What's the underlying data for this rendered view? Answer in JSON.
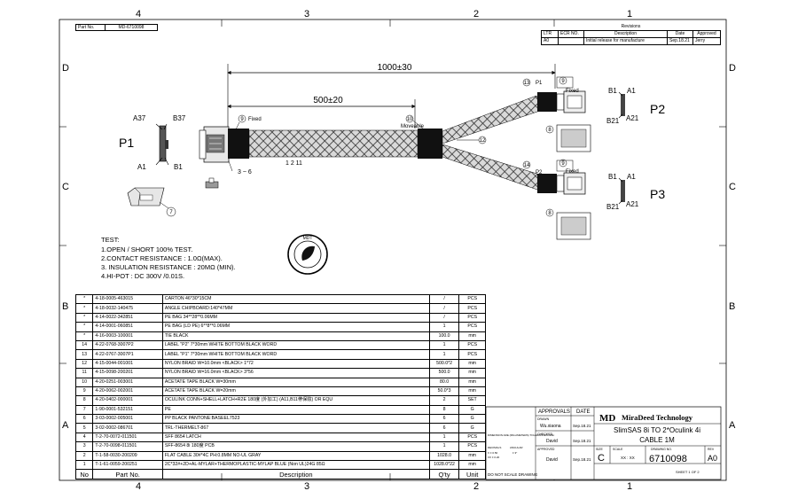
{
  "part_no_box": {
    "label": "Part No.",
    "value": "MD-6710098"
  },
  "zones": {
    "top": [
      "4",
      "3",
      "2",
      "1"
    ],
    "bottom": [
      "4",
      "3",
      "2",
      "1"
    ],
    "left": [
      "D",
      "C",
      "B",
      "A"
    ],
    "right": [
      "D",
      "C",
      "B",
      "A"
    ]
  },
  "revisions": {
    "title": "Revisions",
    "headers": [
      "LTR",
      "ECR NO.",
      "Description",
      "Date",
      "Approved"
    ],
    "row": [
      "A0",
      "",
      "Initial release for manufacture",
      "Sep.18.21",
      "Jerry"
    ]
  },
  "dimensions": {
    "overall": "1000±30",
    "inner": "500±20"
  },
  "connectors": {
    "p1": {
      "name": "P1",
      "pin_top_left": "A37",
      "pin_top_right": "B37",
      "pin_bottom_left": "A1",
      "pin_bottom_right": "B1"
    },
    "p2": {
      "name": "P2",
      "pin_tl": "B1",
      "pin_tr": "A1",
      "pin_bl": "B21",
      "pin_br": "A21"
    },
    "p3": {
      "name": "P3",
      "pin_tl": "B1",
      "pin_tr": "A1",
      "pin_bl": "B21",
      "pin_br": "A21"
    }
  },
  "callouts": {
    "fixed_left": "Fixed",
    "moveable": "Moveable",
    "fixed_p2": "Fixed",
    "fixed_p3": "Fixed",
    "n9": "9",
    "n10": "10",
    "n12": "12",
    "n13": "13",
    "n14": "14",
    "n8a": "8",
    "n8b": "8",
    "n7": "7",
    "range": "3 ~ 6",
    "group": "1 2 11",
    "p1_tag": "P1",
    "p2_tag": "P2"
  },
  "test_notes": [
    "TEST:",
    "1.OPEN / SHORT 100% TEST.",
    "2.CONTACT RESISTANCE : 1.0Ω(MAX).",
    "3. INSULATION RESISTANCE : 20MΩ (MIN).",
    "4.HI-POT : DC 300V /0.01S."
  ],
  "bom": {
    "headers": [
      "No",
      "Part No.",
      "Description",
      "Q'ty",
      "Unit"
    ],
    "rows": [
      [
        "*",
        "4-18-0005-463015",
        "CARTON 46*30*15CM",
        "/",
        "PCS"
      ],
      [
        "*",
        "4-18-0032-140475",
        "ANGLE CHIPBOARD:140*47MM",
        "/",
        "PCS"
      ],
      [
        "*",
        "4-14-0022-342851",
        "PE BAG 34**28**0.06MM",
        "/",
        "PCS"
      ],
      [
        "*",
        "4-14-0001-060851",
        "PE BAG (LD PE) 6**8**0.06MM",
        "1",
        "PCS"
      ],
      [
        "*",
        "4-16-0003-100001",
        "TIE BLACK",
        "100.0",
        "mm"
      ],
      [
        "14",
        "4-22-0768-3007P2",
        "LABEL \"P2\" 7*30mm WHITE BOTTOM BLACK WORD",
        "1",
        "PCS"
      ],
      [
        "13",
        "4-22-0767-3007P1",
        "LABEL \"P1\" 7*30mm WHITE BOTTOM BLACK WORD",
        "1",
        "PCS"
      ],
      [
        "12",
        "4-15-0044-001001",
        "NYLON BRAID W=10.0mm <BLACK> 1*72",
        "500.0*2",
        "mm"
      ],
      [
        "11",
        "4-15-0098-200201",
        "NYLON BRAID W=16.0mm <BLACK> 3*56",
        "500.0",
        "mm"
      ],
      [
        "10",
        "4-20-0251-003001",
        "ACETATE TAPE BLACK W=30mm",
        "80.0",
        "mm"
      ],
      [
        "9",
        "4-20-0062-002001",
        "ACETATE TAPE BLACK W=20mm",
        "50.0*3",
        "mm"
      ],
      [
        "8",
        "4-20-0402-000001",
        "OCULINK CONN+SHELL+LATCH+R2E 180度 (外加工)   (A11,B11帶保險)   OR EQU",
        "2",
        "SET"
      ],
      [
        "7",
        "1-90-0001-532151",
        "PE",
        "8",
        "G"
      ],
      [
        "6",
        "3-03-0002-005001",
        "PP BLACK PANTONE:BASEEL7523",
        "6",
        "G"
      ],
      [
        "5",
        "3-02-0002-086701",
        "TRL-THERMELT-867",
        "6",
        "G"
      ],
      [
        "4",
        "T-2-70-0072-011501",
        "SFF 8654 LATCH",
        "1",
        "PCS"
      ],
      [
        "3",
        "T-2-70-0098-011501",
        "SFF-8654 8i 180度 PCB",
        "1",
        "PCS"
      ],
      [
        "2",
        "T-1-58-0030-200209",
        "FLAT CABLE 30#*4C PH:0.8MM NO-UL GRAY",
        "1028.0",
        "mm"
      ],
      [
        "1",
        "T-1-61-0059-200251",
        "2C*32#+2D+AL-MYLAR+THERMOPLASTIC-MYLAP BLUE (Non UL)24G 85Ω",
        "1028.0*22",
        "mm"
      ]
    ]
  },
  "title_block": {
    "approvals": "APPROVALS",
    "date": "DATE",
    "drawn": "DRAWN",
    "drawn_by": "Wu.xiaona",
    "drawn_date": "Sep.18.21",
    "checked": "CHECKED",
    "checked_by": "David",
    "checked_date": "Sep.18.21",
    "approved": "APPROVED",
    "approved_by": "David",
    "approved_date": "Sep.18.21",
    "tolerance_title": "DIMENSION ARE (MILLIMETERS) TOLERANCES ARE:",
    "decimals": "DECIMALS",
    "angular": "ANGULAR",
    "tol1": "X  ± 0.50",
    "tol2": "XX ± 0.20",
    "tol_ang": "± 3°",
    "do_not_scale": "DO NOT SCALE DRAWING",
    "company_logo": "MD",
    "company": "MiraDeed Technology",
    "title_line1": "SlimSAS 8i  TO  2*Oculink 4i",
    "title_line2": "CABLE  1M",
    "size_label": "SIZE",
    "size": "C",
    "scale_label": "SCALE",
    "scale": "XX : XX",
    "dwg_label": "DRAWING NO.",
    "dwg": "6710098",
    "rev_label": "REV",
    "rev": "A0",
    "sheet": "SHEET   1   OF   2"
  },
  "stamp_text": "MDT"
}
